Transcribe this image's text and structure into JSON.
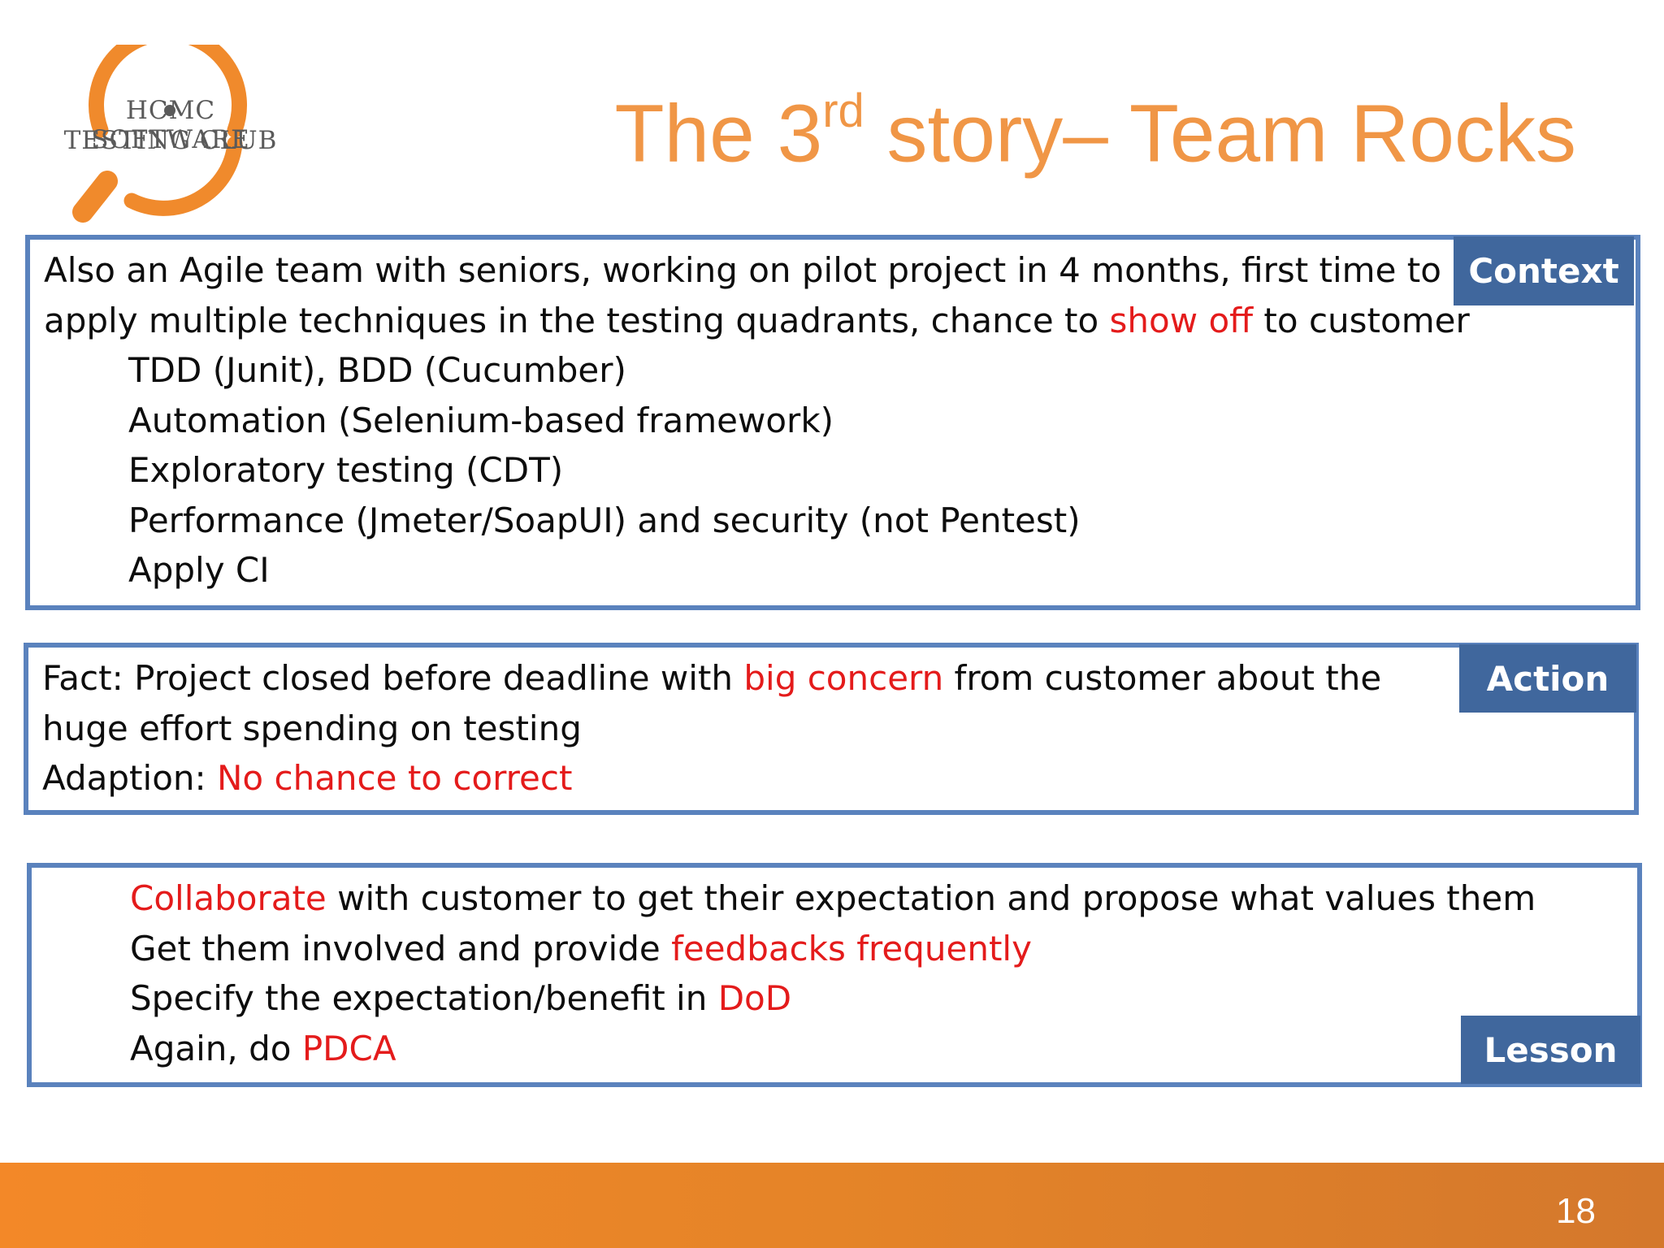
{
  "logo": {
    "line1": "HCMC SOFTWARE",
    "line2": "TESTING CLUB",
    "icon": "magnifier-gear-icon",
    "color": "#f08a2c"
  },
  "slide": {
    "title_prefix": "The 3",
    "title_sup": "rd",
    "title_suffix": " story– Team Rocks",
    "page_number": "18"
  },
  "context": {
    "tag": "Context",
    "line1": "Also an Agile team with seniors, working on pilot project in 4 months, first time to",
    "line2_a": " apply multiple techniques in the testing quadrants, chance to ",
    "line2_b": "show off",
    "line2_c": " to customer",
    "bullets": [
      "TDD (Junit), BDD (Cucumber)",
      "Automation (Selenium-based framework)",
      "Exploratory testing (CDT)",
      "Performance (Jmeter/SoapUI) and security (not Pentest)",
      "Apply CI"
    ]
  },
  "action": {
    "tag": "Action",
    "line1_a": "Fact: Project closed before deadline with ",
    "line1_b": "big concern",
    "line1_c": " from customer about the",
    "line2": " huge effort spending on testing",
    "line3_a": "Adaption: ",
    "line3_b": "No chance to correct"
  },
  "lesson": {
    "tag": "Lesson",
    "l1_a": "Collaborate",
    "l1_b": " with customer to get their expectation and propose what values them",
    "l2_a": "Get them involved and provide ",
    "l2_b": "feedbacks frequently",
    "l3_a": "Specify the expectation/benefit in ",
    "l3_b": "DoD",
    "l4_a": "Again, do ",
    "l4_b": "PDCA"
  },
  "colors": {
    "title": "#f09646",
    "box_border": "#5a82bd",
    "tag_bg": "#40679d",
    "highlight": "#e41b1b",
    "footer": "#f38828"
  }
}
